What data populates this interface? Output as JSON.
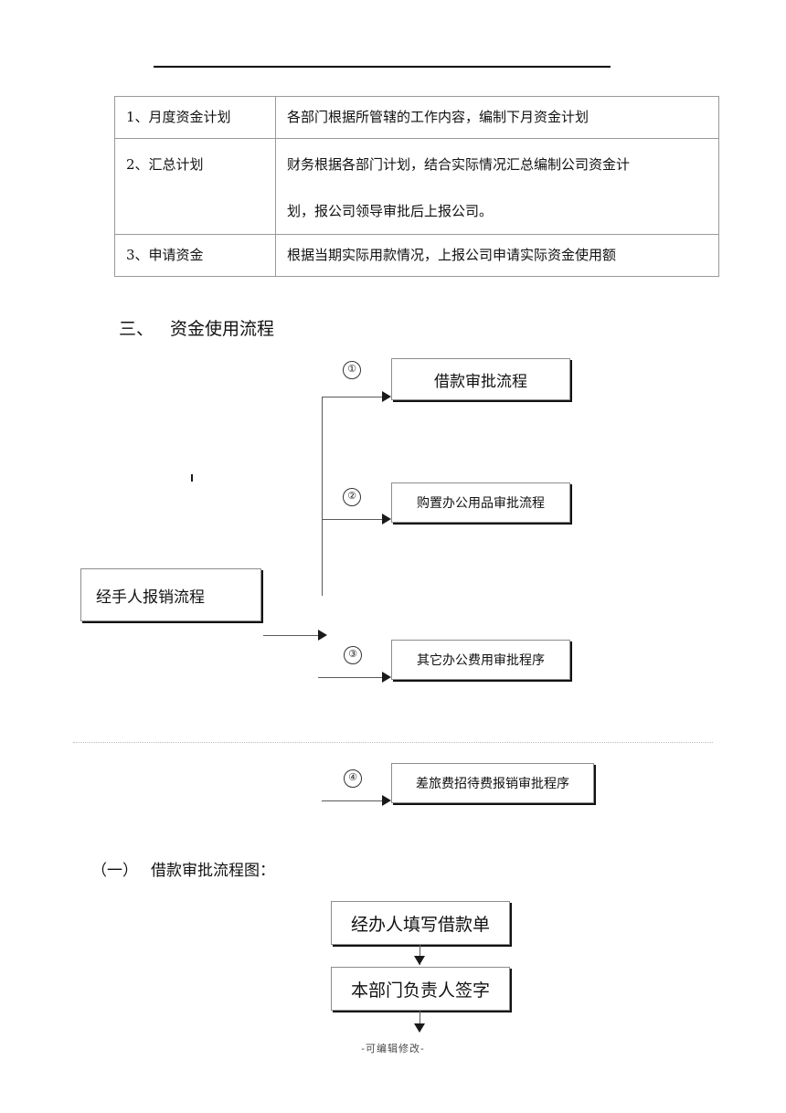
{
  "document": {
    "footer_note": "-可编辑修改-"
  },
  "table": {
    "rows": [
      {
        "label": "1、月度资金计划",
        "lines": [
          "各部门根据所管辖的工作内容，编制下月资金计划"
        ]
      },
      {
        "label": "2、汇总计划",
        "lines": [
          "财务根据各部门计划，结合实际情况汇总编制公司资金计",
          "划，报公司领导审批后上报公司。"
        ]
      },
      {
        "label": "3、申请资金",
        "lines": [
          "根据当期实际用款情况，上报公司申请实际资金使用额"
        ]
      }
    ]
  },
  "section_three": {
    "number": "三、",
    "title": "资金使用流程",
    "source_box": "经手人报销流程",
    "branches": [
      {
        "marker": "①",
        "label": "借款审批流程"
      },
      {
        "marker": "②",
        "label": "购置办公用品审批流程"
      },
      {
        "marker": "③",
        "label": "其它办公费用审批程序"
      },
      {
        "marker": "④",
        "label": "差旅费招待费报销审批程序"
      }
    ]
  },
  "section_one": {
    "number": "（一）",
    "title": "借款审批流程图：",
    "steps": [
      {
        "label": "经办人填写借款单"
      },
      {
        "label": "本部门负责人签字"
      }
    ]
  }
}
